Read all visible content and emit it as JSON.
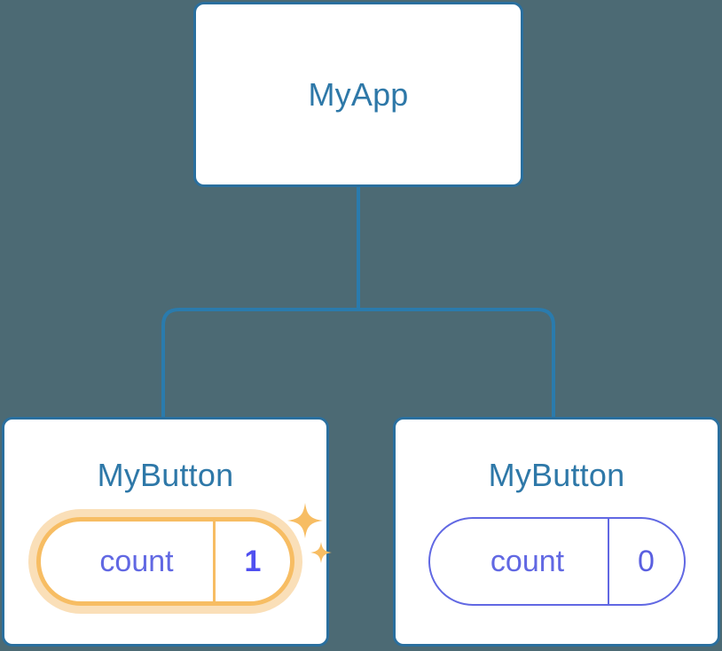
{
  "diagram": {
    "type": "component-tree",
    "background_color": "#4c6a74",
    "edge_color": "#2a7bad",
    "root": {
      "label": "MyApp",
      "title_color": "#2e78a8",
      "border_color": "#2a6f9e"
    },
    "children": [
      {
        "label": "MyButton",
        "state_key": "count",
        "state_value": "1",
        "highlighted": true,
        "highlight_color": "#f7bd63",
        "glow_color": "#fadfb8",
        "value_color": "#4f4ff0",
        "sparkle_icon": "sparkles-icon"
      },
      {
        "label": "MyButton",
        "state_key": "count",
        "state_value": "0",
        "highlighted": false,
        "border_color": "#6168e3",
        "value_color": "#5a5fe0",
        "sparkle_icon": null
      }
    ]
  }
}
